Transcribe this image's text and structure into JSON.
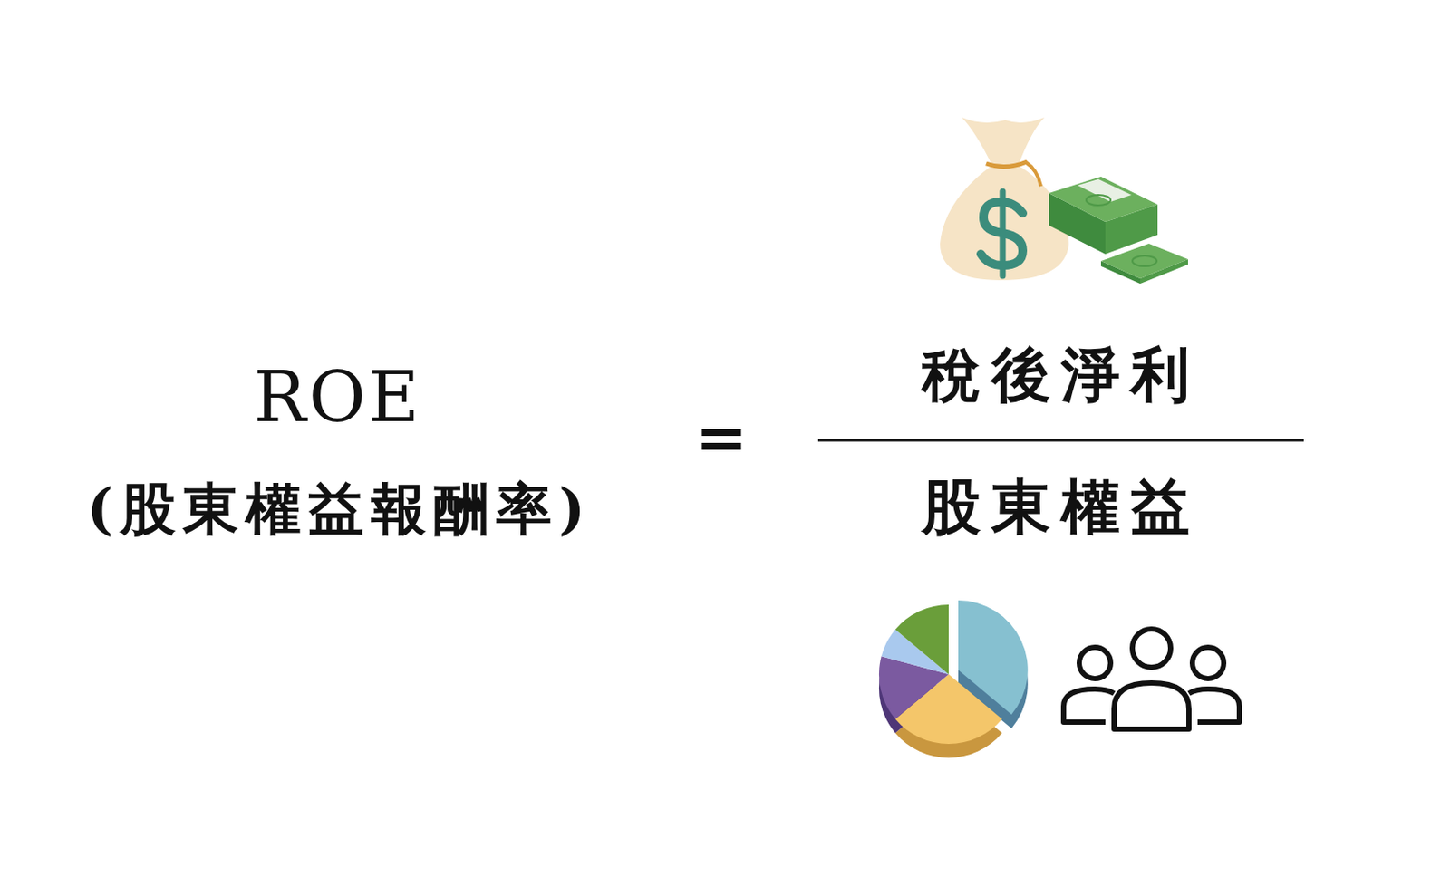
{
  "diagram": {
    "labels": [
      "ROE",
      "(股東權益報酬率)",
      "=",
      "稅後淨利",
      "股東權益"
    ]
  }
}
